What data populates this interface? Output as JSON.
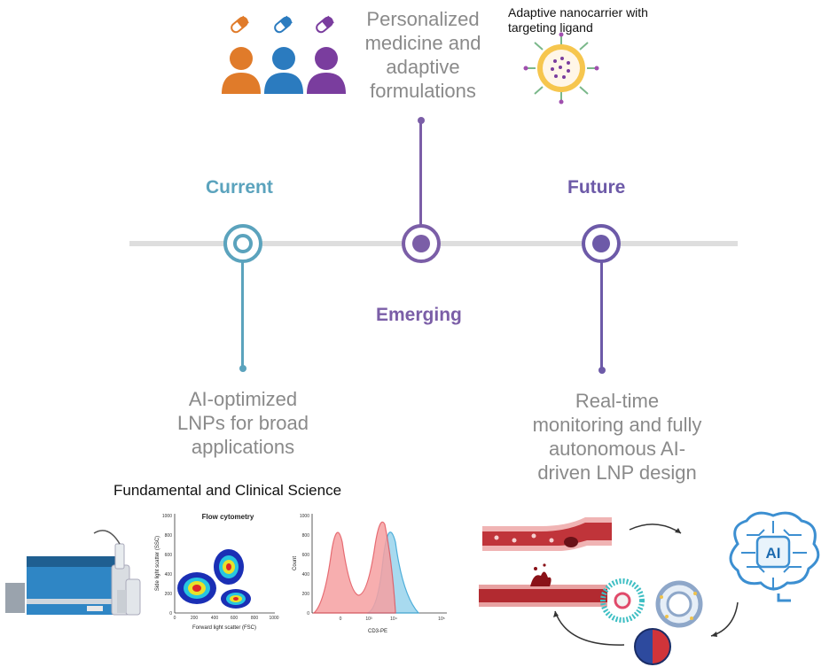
{
  "stages": {
    "current": {
      "label": "Current",
      "description": "AI-optimized LNPs for broad applications",
      "color": "#5ba3bd"
    },
    "emerging": {
      "label": "Emerging",
      "description": "Personalized medicine and adaptive formulations",
      "color": "#7b5ea7"
    },
    "future": {
      "label": "Future",
      "description": "Real-time monitoring and fully autonomous AI-driven  LNP design",
      "color": "#6d5aa8"
    }
  },
  "nanocarrier_label": "Adaptive nanocarrier with targeting ligand",
  "bottom_title": "Fundamental and Clinical Science",
  "flow_cytometry": {
    "title": "Flow cytometry",
    "xlabel": "Forward light scatter (FSC)",
    "ylabel": "Side light scatter (SSC)",
    "x_ticks": [
      "0",
      "200",
      "400",
      "600",
      "800",
      "1000"
    ],
    "y_ticks": [
      "0",
      "200",
      "400",
      "600",
      "800",
      "1000"
    ]
  },
  "histogram": {
    "xlabel": "CD3-PE",
    "ylabel": "Count",
    "x_ticks": [
      "0",
      "10³",
      "10⁴",
      "10⁵"
    ],
    "y_ticks": [
      "0",
      "200",
      "400",
      "600",
      "800",
      "1000"
    ]
  },
  "ai_label": "AI",
  "icons": [
    "person-orange-icon",
    "person-blue-icon",
    "person-purple-icon",
    "pill-icon",
    "nanocarrier-icon",
    "lab-instrument-icon",
    "blood-vessel-icon",
    "ai-brain-icon",
    "lnp-particle-icon"
  ],
  "colors": {
    "orange": "#e07b2a",
    "blue": "#2b7bbf",
    "purple": "#7a3d9e",
    "timeline": "#d9d9d9"
  }
}
